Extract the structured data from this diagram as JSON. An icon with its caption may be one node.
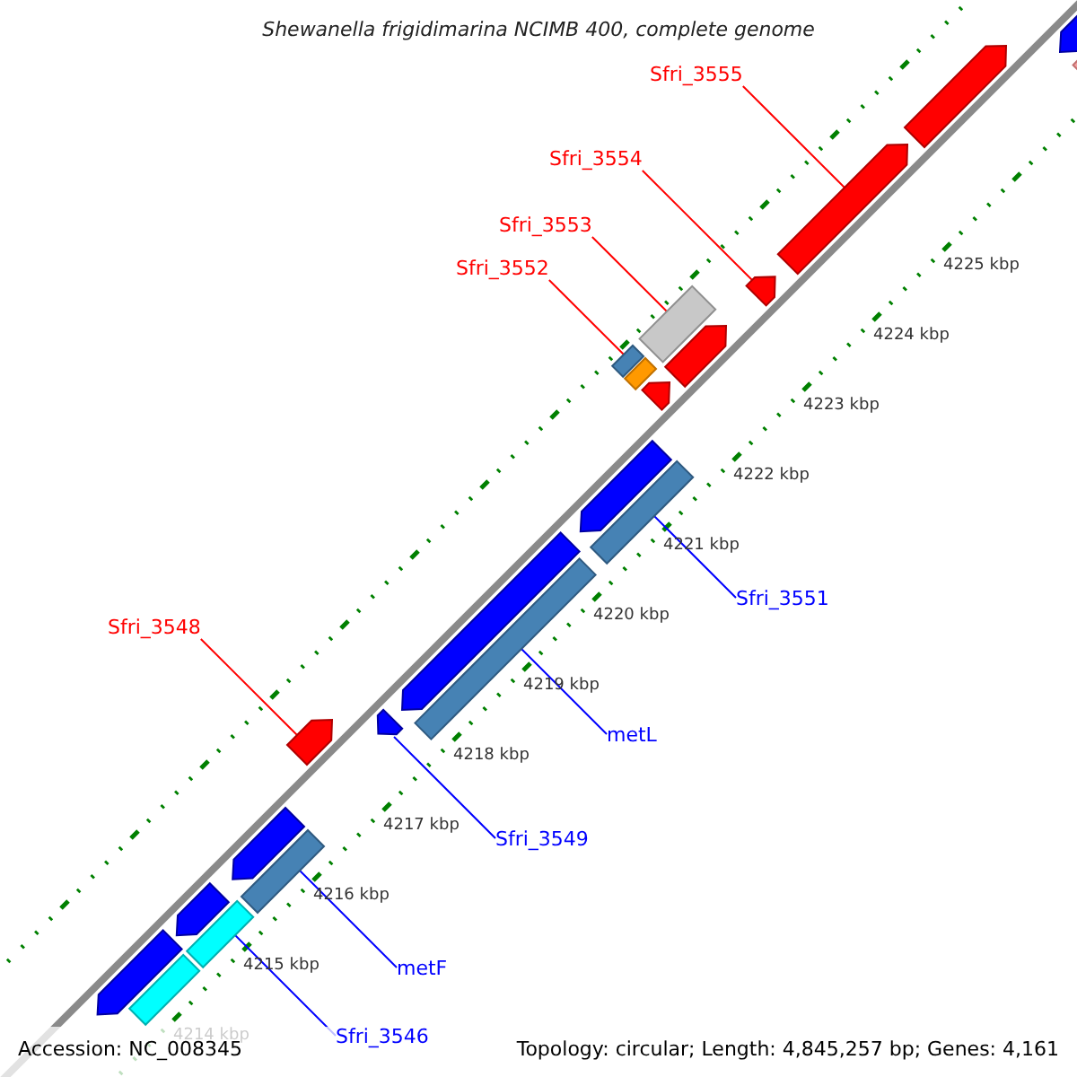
{
  "diagram": {
    "title": "Shewanella frigidimarina NCIMB 400, complete genome",
    "nodes": [
      {
        "text": [
          "Sfri_3555"
        ]
      },
      {
        "text": [
          "Sfri_3554"
        ]
      },
      {
        "text": [
          "Sfri_3553"
        ]
      },
      {
        "text": [
          "Sfri_3552"
        ]
      },
      {
        "text": [
          "Sfri_3551"
        ]
      },
      {
        "text": [
          "Sfri_3548"
        ]
      },
      {
        "text": [
          "metL"
        ]
      },
      {
        "text": [
          "Sfri_3549"
        ]
      },
      {
        "text": [
          "metF"
        ]
      },
      {
        "text": [
          "Sfri_3546"
        ]
      },
      {
        "text": [],
        "shape": "pentagon"
      },
      {
        "text": [],
        "shape": "bar"
      },
      {
        "text": [],
        "shape": "pentagon"
      },
      {
        "text": [],
        "shape": "pentagon"
      },
      {
        "text": [],
        "shape": "pentagon"
      },
      {
        "text": [],
        "shape": "bar"
      },
      {
        "text": [],
        "shape": "pentagon"
      },
      {
        "text": [],
        "shape": "bar"
      },
      {
        "text": [],
        "shape": "bar"
      },
      {
        "text": [],
        "shape": "pentagon"
      },
      {
        "text": [],
        "shape": "pentagon"
      },
      {
        "text": [],
        "shape": "bar"
      },
      {
        "text": [],
        "shape": "pentagon"
      },
      {
        "text": [],
        "shape": "bar"
      },
      {
        "text": [],
        "shape": "pentagon"
      },
      {
        "text": [],
        "shape": "pentagon"
      },
      {
        "text": [],
        "shape": "pentagon"
      },
      {
        "text": [],
        "shape": "bar"
      },
      {
        "text": [],
        "shape": "pentagon"
      },
      {
        "text": [],
        "shape": "bar"
      },
      {
        "text": [],
        "shape": "bar"
      },
      {
        "text": [],
        "shape": "pentagon"
      }
    ],
    "edges": [
      {
        "from": 0,
        "to": 13,
        "arrow": "none",
        "color": "#ff0000"
      },
      {
        "from": 1,
        "to": 14,
        "arrow": "none",
        "color": "#ff0000"
      },
      {
        "from": 2,
        "to": 15,
        "arrow": "none",
        "color": "#ff0000"
      },
      {
        "from": 3,
        "to": 17,
        "arrow": "none",
        "color": "#ff0000"
      },
      {
        "from": 4,
        "to": 21,
        "arrow": "none",
        "color": "#0000ff"
      },
      {
        "from": 5,
        "to": 25,
        "arrow": "none",
        "color": "#ff0000"
      },
      {
        "from": 6,
        "to": 23,
        "arrow": "none",
        "color": "#0000ff"
      },
      {
        "from": 7,
        "to": 24,
        "arrow": "none",
        "color": "#0000ff"
      },
      {
        "from": 8,
        "to": 27,
        "arrow": "none",
        "color": "#0000ff"
      },
      {
        "from": 9,
        "to": 29,
        "arrow": "none",
        "color": "#0000ff"
      }
    ],
    "labels": [
      "4225 kbp",
      "4224 kbp",
      "4223 kbp",
      "4222 kbp",
      "4221 kbp",
      "4220 kbp",
      "4219 kbp",
      "4218 kbp",
      "4217 kbp",
      "4216 kbp",
      "4215 kbp",
      "4214 kbp",
      "Accession: NC_008345",
      "Topology: circular; Length: 4,845,257 bp; Genes: 4,161"
    ]
  }
}
